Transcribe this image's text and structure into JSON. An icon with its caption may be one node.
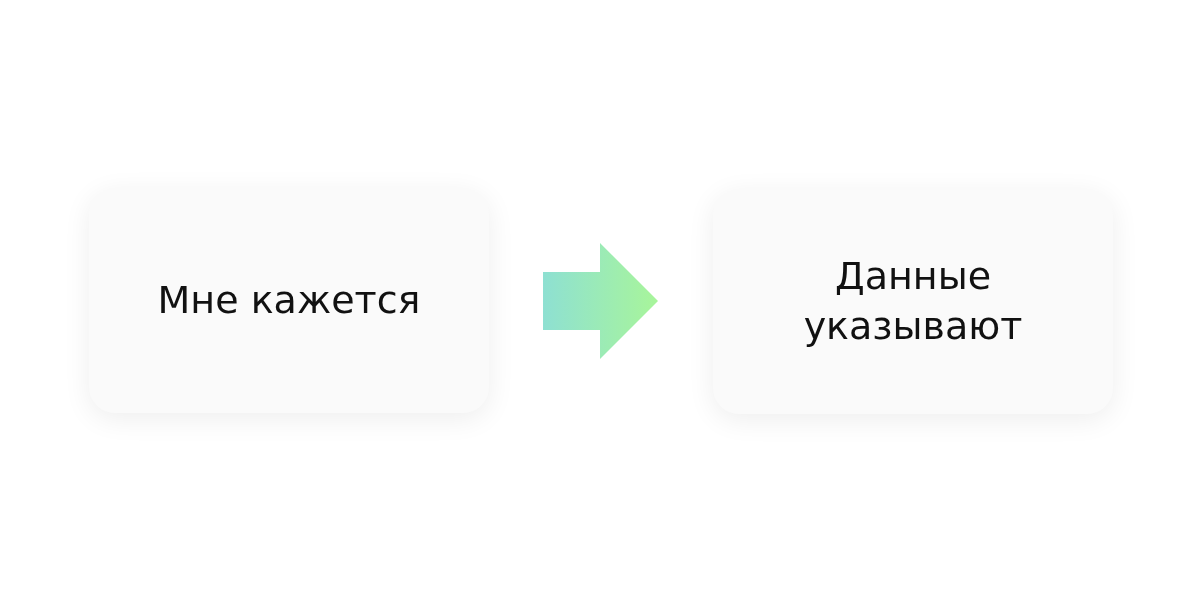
{
  "diagram": {
    "nodes": [
      {
        "text": [
          "Мне кажется"
        ]
      },
      {
        "text": [
          "Данные указывают"
        ]
      }
    ],
    "edges": [
      {
        "from": 0,
        "to": 1,
        "arrow": "to"
      }
    ]
  }
}
